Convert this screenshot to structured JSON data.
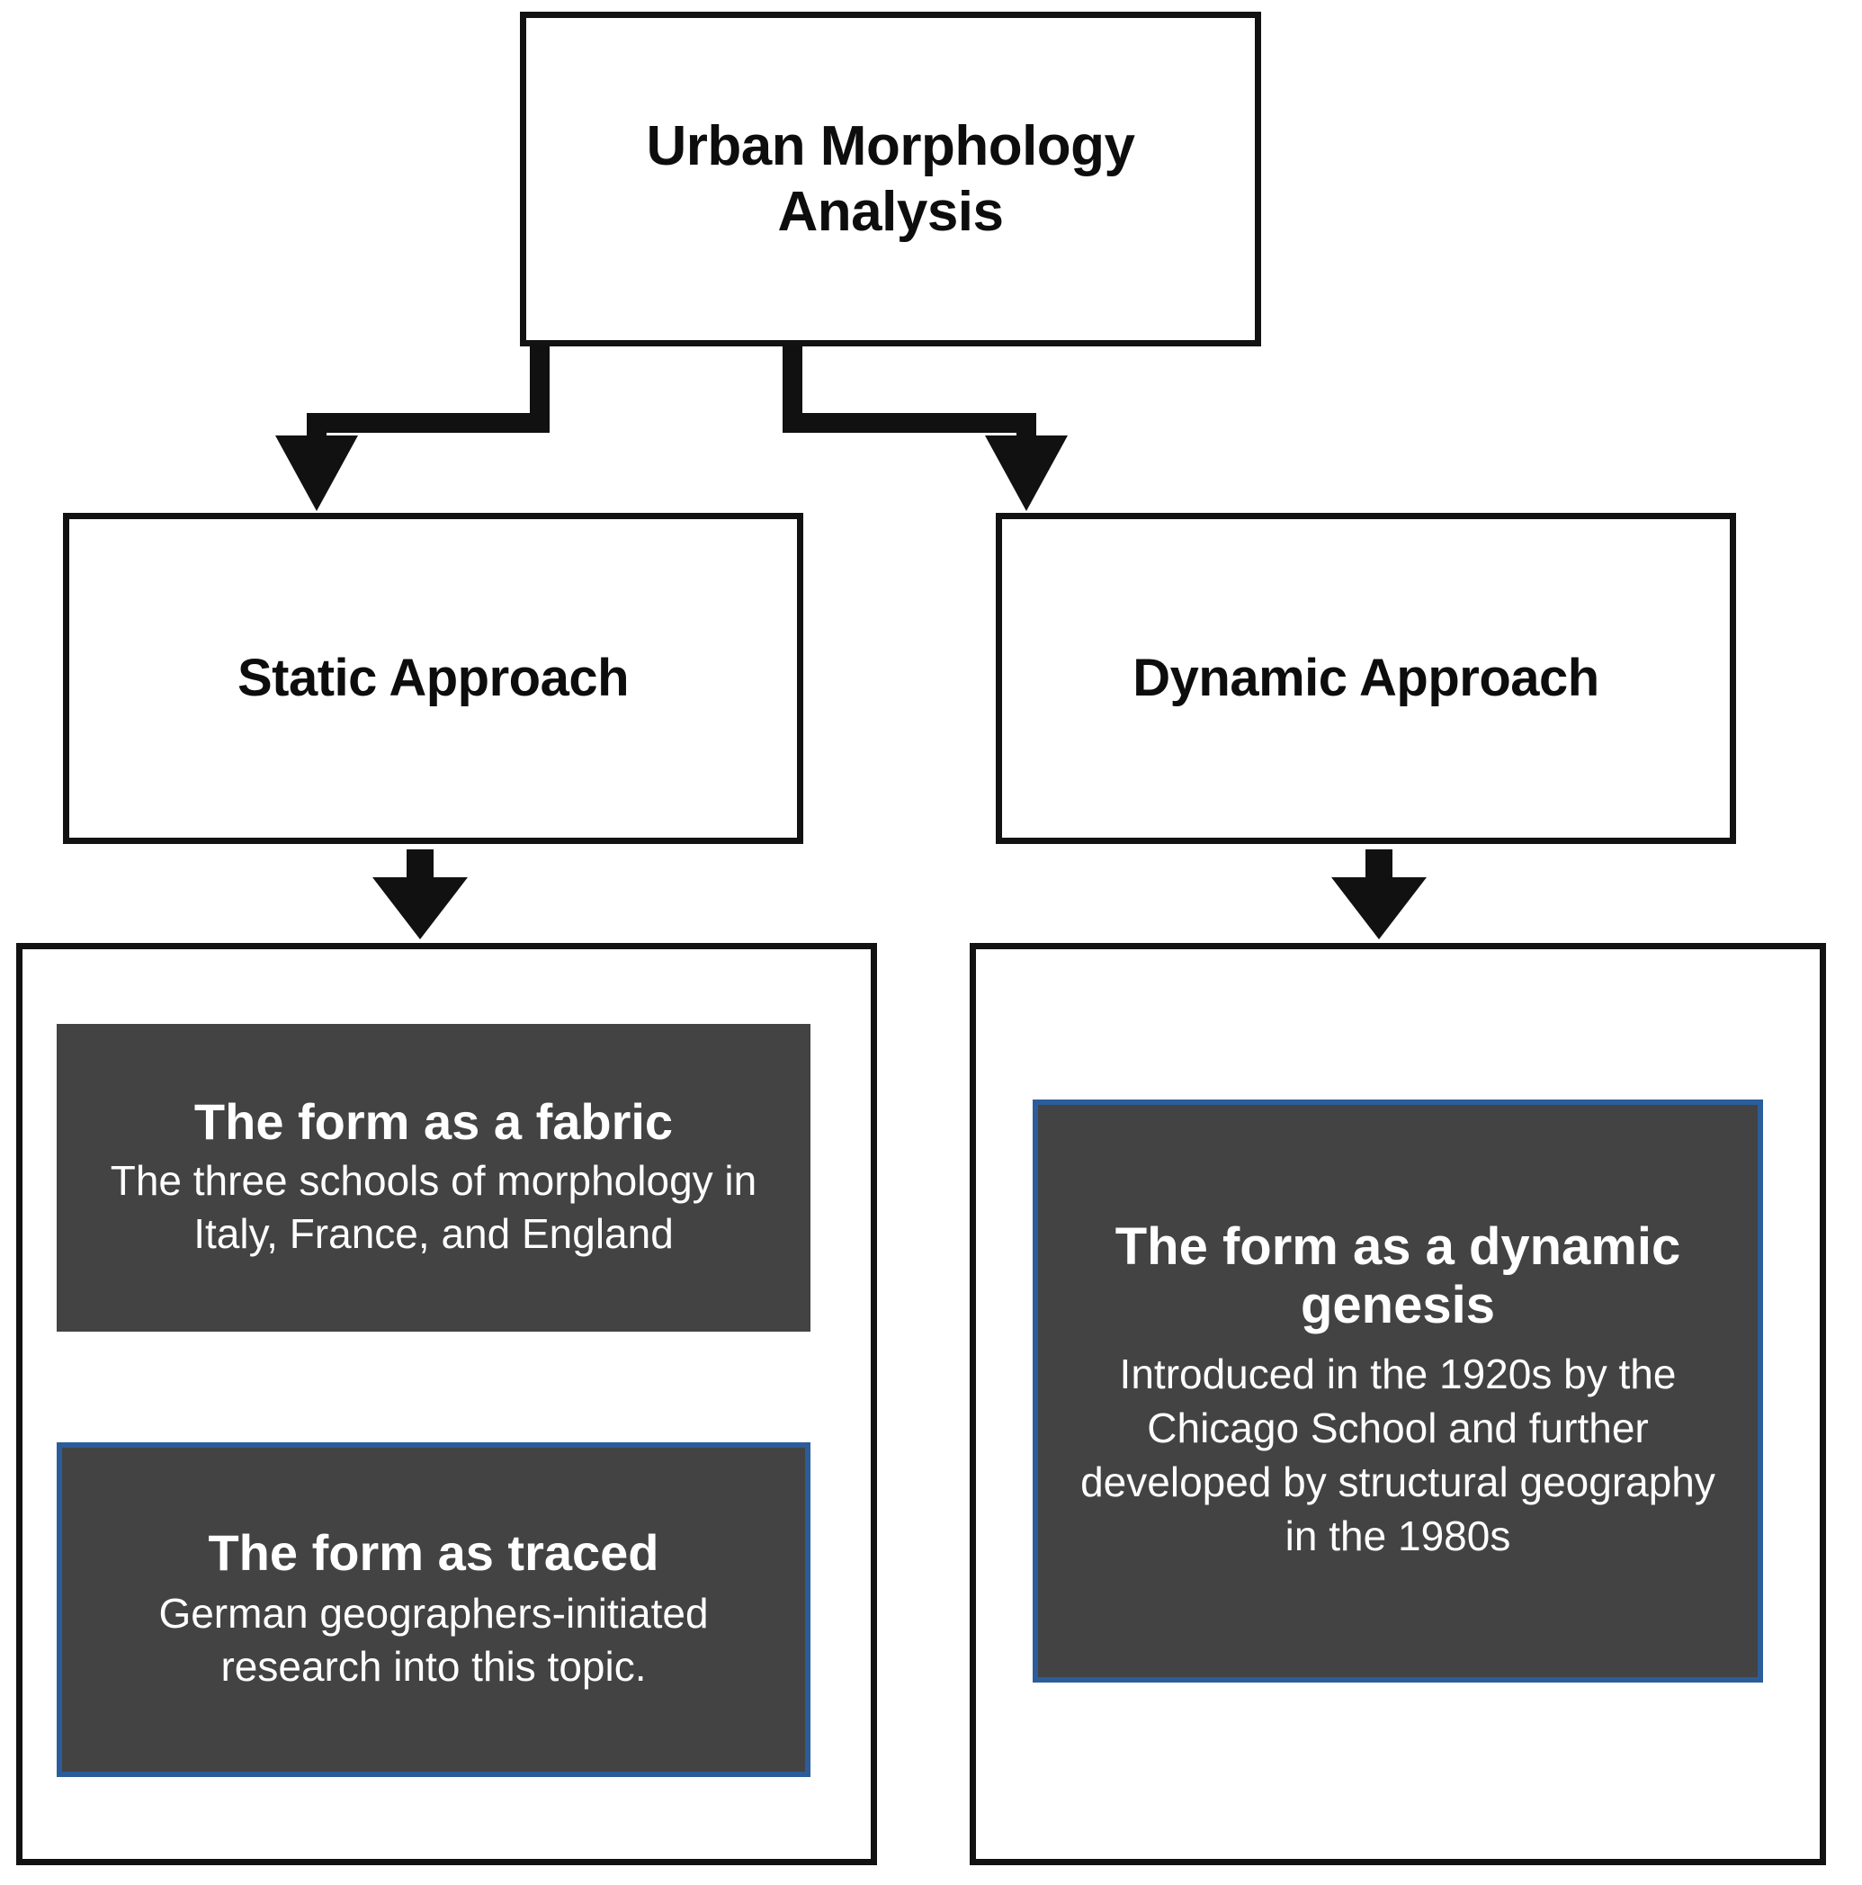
{
  "diagram": {
    "title": "Urban Morphology Analysis",
    "root": {
      "label": "Urban Morphology Analysis"
    },
    "branches": [
      {
        "id": "static",
        "label": "Static Approach",
        "cards": [
          {
            "id": "fabric",
            "title": "The form as a fabric",
            "body": "The three schools of morphology in Italy, France, and England",
            "border": "none"
          },
          {
            "id": "traced",
            "title": "The form as traced",
            "body": "German geographers-initiated research into this topic.",
            "border": "blue"
          }
        ]
      },
      {
        "id": "dynamic",
        "label": "Dynamic Approach",
        "cards": [
          {
            "id": "genesis",
            "title": "The form as a dynamic genesis",
            "body": "Introduced in the 1920s by the Chicago School and further developed by structural geography in the 1980s",
            "border": "blue"
          }
        ]
      }
    ],
    "connectors": [
      {
        "id": "root-to-static",
        "from": "root",
        "to": "static",
        "style": "elbow-arrow"
      },
      {
        "id": "root-to-dynamic",
        "from": "root",
        "to": "dynamic",
        "style": "elbow-arrow"
      },
      {
        "id": "static-to-container",
        "from": "static",
        "to": "static-container",
        "style": "straight-arrow"
      },
      {
        "id": "dynamic-to-container",
        "from": "dynamic",
        "to": "dynamic-container",
        "style": "straight-arrow"
      }
    ],
    "colors": {
      "outline": "#121212",
      "card_fill": "#434343",
      "card_border_accent": "#2b5d9b",
      "text_on_card": "#ffffff",
      "background": "#ffffff"
    }
  }
}
